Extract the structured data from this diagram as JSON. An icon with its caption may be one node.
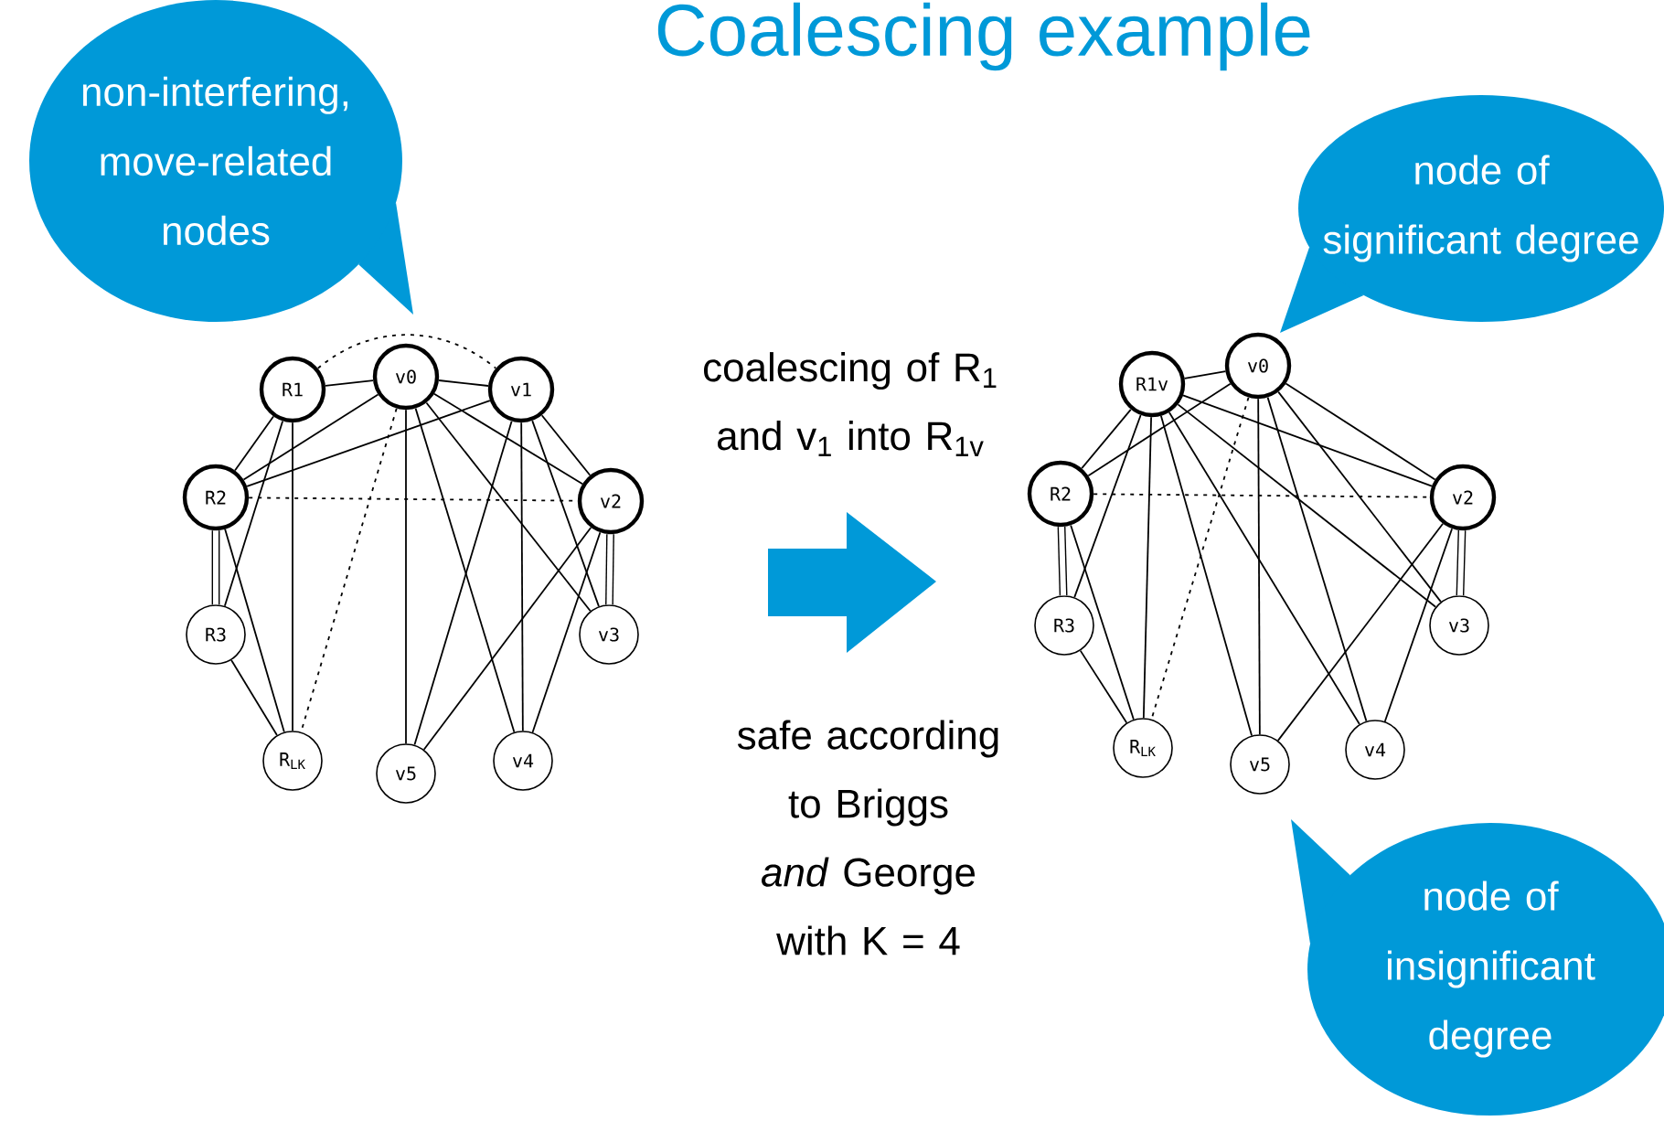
{
  "diagram": {
    "title": "Coalescing example",
    "nodes": [
      {
        "text": [
          "non-interfering, move-related nodes"
        ]
      },
      {
        "text": [
          "R1"
        ]
      },
      {
        "text": [
          "v0"
        ]
      },
      {
        "text": [
          "v1"
        ]
      },
      {
        "text": [
          "R2"
        ]
      },
      {
        "text": [
          "v2"
        ]
      },
      {
        "text": [
          "R3"
        ]
      },
      {
        "text": [
          "v3"
        ]
      },
      {
        "text": [
          "R$_{LK}$"
        ]
      },
      {
        "text": [
          "v5"
        ]
      },
      {
        "text": [
          "v4"
        ]
      },
      {
        "text": [
          "node of significant degree"
        ]
      },
      {
        "text": [
          "R1v"
        ]
      },
      {
        "text": [
          "v0"
        ]
      },
      {
        "text": [
          "R2"
        ]
      },
      {
        "text": [
          "v2"
        ]
      },
      {
        "text": [
          "R3"
        ]
      },
      {
        "text": [
          "v3"
        ]
      },
      {
        "text": [
          "R$_{LK}$"
        ]
      },
      {
        "text": [
          "v5"
        ]
      },
      {
        "text": [
          "v4"
        ]
      },
      {
        "text": [
          "node of insignificant degree"
        ]
      }
    ],
    "edges": [
      {
        "from": 1,
        "to": 2,
        "arrow": "none"
      },
      {
        "from": 2,
        "to": 3,
        "arrow": "none"
      },
      {
        "from": 1,
        "to": 3,
        "arrow": "none",
        "style": "dashed"
      },
      {
        "from": 1,
        "to": 4,
        "arrow": "none"
      },
      {
        "from": 1,
        "to": 6,
        "arrow": "none"
      },
      {
        "from": 1,
        "to": 8,
        "arrow": "none"
      },
      {
        "from": 2,
        "to": 4,
        "arrow": "none"
      },
      {
        "from": 3,
        "to": 4,
        "arrow": "none"
      },
      {
        "from": 4,
        "to": 5,
        "arrow": "none",
        "style": "dashed"
      },
      {
        "from": 4,
        "to": 6,
        "arrow": "none",
        "style": "thick"
      },
      {
        "from": 4,
        "to": 8,
        "arrow": "none"
      },
      {
        "from": 6,
        "to": 8,
        "arrow": "none"
      },
      {
        "from": 2,
        "to": 8,
        "arrow": "none",
        "style": "dashed"
      },
      {
        "from": 2,
        "to": 9,
        "arrow": "none"
      },
      {
        "from": 2,
        "to": 10,
        "arrow": "none"
      },
      {
        "from": 2,
        "to": 7,
        "arrow": "none"
      },
      {
        "from": 2,
        "to": 5,
        "arrow": "none"
      },
      {
        "from": 3,
        "to": 9,
        "arrow": "none"
      },
      {
        "from": 3,
        "to": 10,
        "arrow": "none"
      },
      {
        "from": 3,
        "to": 7,
        "arrow": "none"
      },
      {
        "from": 3,
        "to": 5,
        "arrow": "none"
      },
      {
        "from": 5,
        "to": 9,
        "arrow": "none"
      },
      {
        "from": 5,
        "to": 10,
        "arrow": "none"
      },
      {
        "from": 5,
        "to": 7,
        "arrow": "none",
        "style": "thick"
      },
      {
        "from": 12,
        "to": 13,
        "arrow": "none"
      },
      {
        "from": 12,
        "to": 14,
        "arrow": "none"
      },
      {
        "from": 12,
        "to": 16,
        "arrow": "none"
      },
      {
        "from": 12,
        "to": 18,
        "arrow": "none"
      },
      {
        "from": 12,
        "to": 19,
        "arrow": "none"
      },
      {
        "from": 12,
        "to": 20,
        "arrow": "none"
      },
      {
        "from": 12,
        "to": 17,
        "arrow": "none"
      },
      {
        "from": 12,
        "to": 15,
        "arrow": "none"
      },
      {
        "from": 13,
        "to": 14,
        "arrow": "none"
      },
      {
        "from": 13,
        "to": 19,
        "arrow": "none"
      },
      {
        "from": 13,
        "to": 20,
        "arrow": "none"
      },
      {
        "from": 13,
        "to": 17,
        "arrow": "none"
      },
      {
        "from": 13,
        "to": 15,
        "arrow": "none"
      },
      {
        "from": 13,
        "to": 18,
        "arrow": "none",
        "style": "dashed"
      },
      {
        "from": 14,
        "to": 15,
        "arrow": "none",
        "style": "dashed"
      },
      {
        "from": 14,
        "to": 16,
        "arrow": "none",
        "style": "thick"
      },
      {
        "from": 14,
        "to": 18,
        "arrow": "none"
      },
      {
        "from": 16,
        "to": 18,
        "arrow": "none"
      },
      {
        "from": 15,
        "to": 19,
        "arrow": "none"
      },
      {
        "from": 15,
        "to": 20,
        "arrow": "none"
      },
      {
        "from": 15,
        "to": 17,
        "arrow": "none",
        "style": "thick"
      }
    ],
    "labels": [
      "coalescing of R$_{1}$ and v$_{1}$ into R$_{1v}$",
      "safe according to Briggs *and* George with K = 4"
    ]
  }
}
